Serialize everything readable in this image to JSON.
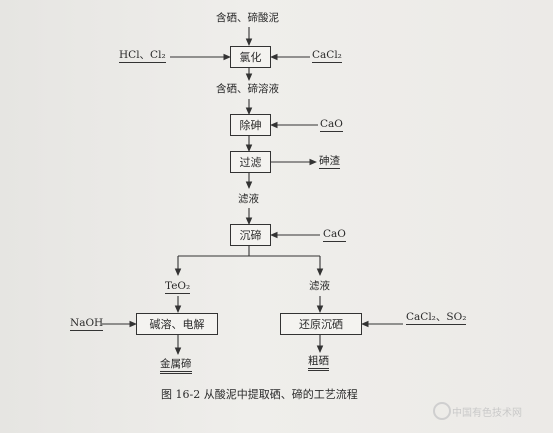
{
  "diagram": {
    "inputs": {
      "top": "含硒、碲酸泥",
      "hcl_cl2": "HCl、Cl₂",
      "cacl2_1": "CaCl₂",
      "cao_1": "CaO",
      "cao_2": "CaO",
      "naoh": "NaOH",
      "cacl2_so2": "CaCl₂、SO₂"
    },
    "steps": {
      "chlorination": "氯化",
      "remove_arsenic": "除砷",
      "filtration": "过滤",
      "precip_te": "沉碲",
      "alkali_electrolysis": "碱溶、电解",
      "reduce_precip_se": "还原沉硒"
    },
    "intermediates": {
      "se_te_solution": "含硒、碲溶液",
      "filtrate_1": "滤液",
      "teo2": "TeO₂",
      "filtrate_2": "滤液"
    },
    "outputs": {
      "arsenic_residue": "砷渣",
      "metal_te": "金属碲",
      "crude_se": "粗硒"
    },
    "caption": "图 16-2   从酸泥中提取硒、碲的工艺流程"
  },
  "watermark": "中国有色技术网"
}
